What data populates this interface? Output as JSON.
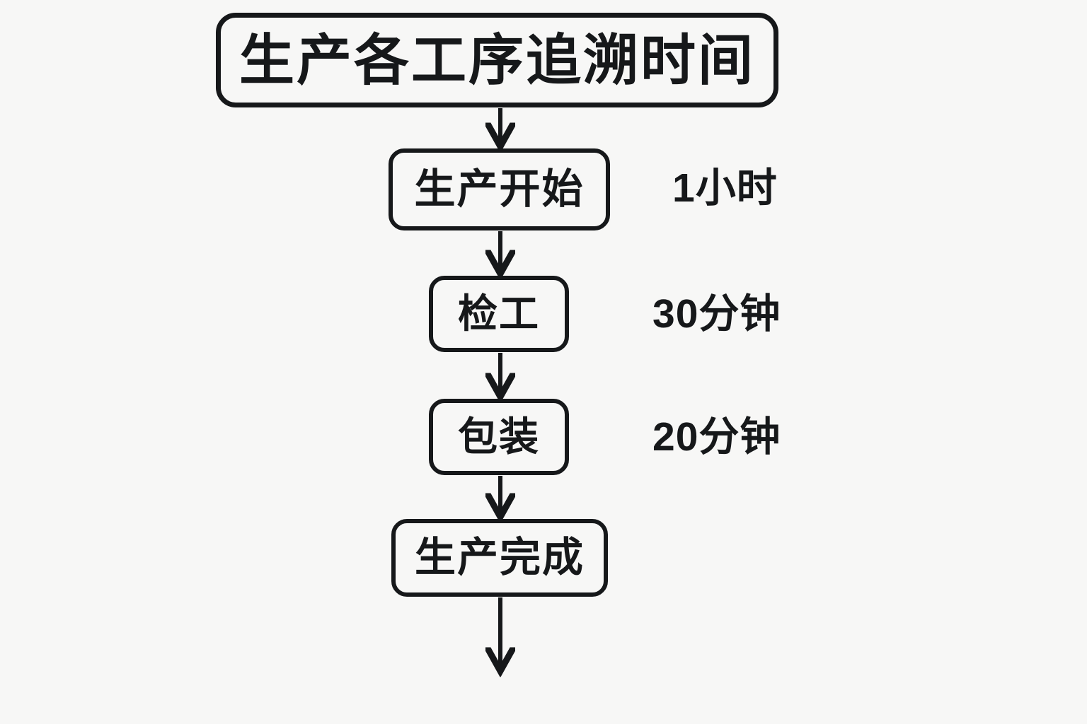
{
  "diagram": {
    "title": "生产各工序追溯时间",
    "background_color": "#f7f7f6",
    "stroke_color": "#16181a",
    "steps": [
      {
        "label": "生产开始",
        "duration": "1小时"
      },
      {
        "label": "检工",
        "duration": "30分钟"
      },
      {
        "label": "包装",
        "duration": "20分钟"
      },
      {
        "label": "生产完成",
        "duration": ""
      }
    ],
    "connectors": [
      {
        "from": "title",
        "to": "step-0"
      },
      {
        "from": "step-0",
        "to": "step-1"
      },
      {
        "from": "step-1",
        "to": "step-2"
      },
      {
        "from": "step-2",
        "to": "step-3"
      },
      {
        "from": "step-3",
        "to": "end"
      }
    ]
  }
}
